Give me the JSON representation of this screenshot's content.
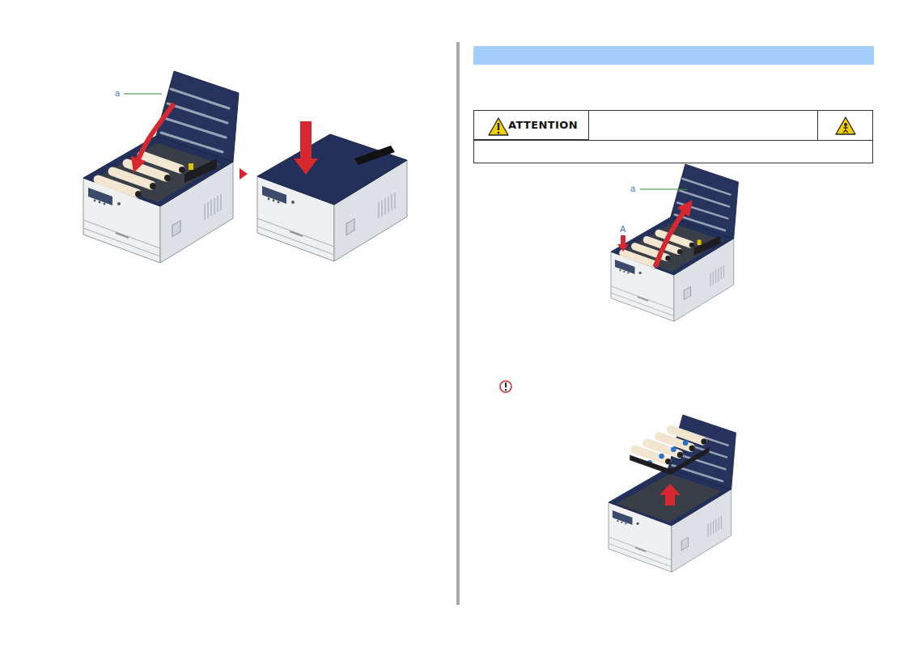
{
  "diagram": {
    "nodes": [
      {
        "text": [
          "ATTENTION"
        ]
      }
    ],
    "labels": [
      "a",
      "a",
      "A"
    ]
  }
}
